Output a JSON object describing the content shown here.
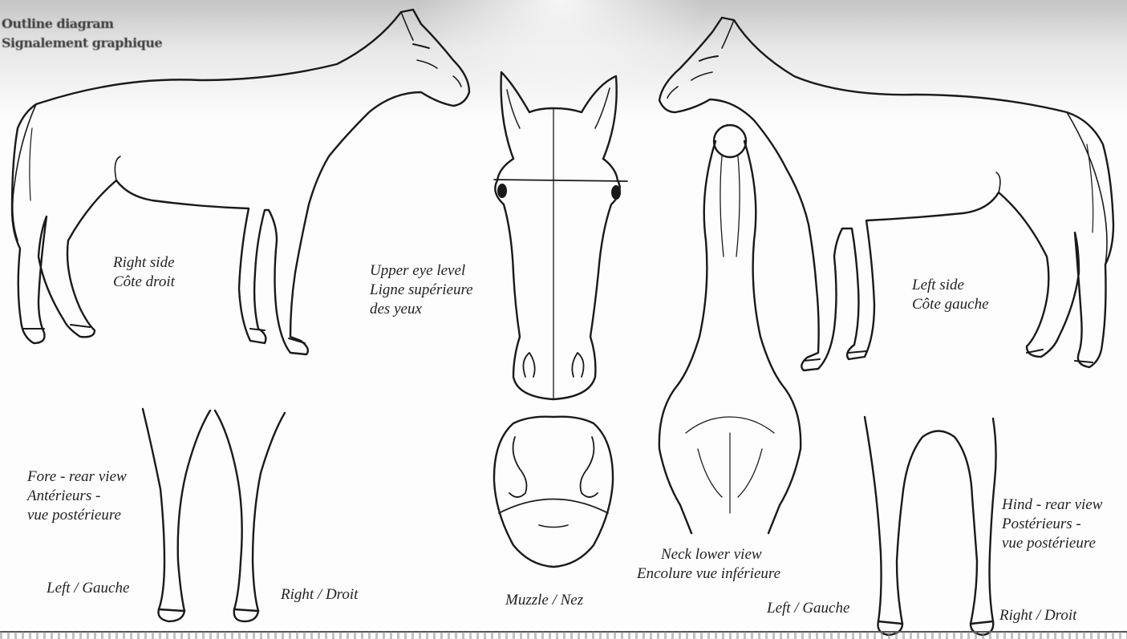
{
  "header": {
    "line1": "Outline diagram",
    "line2": "Signalement graphique"
  },
  "labels": {
    "right_side": [
      "Right side",
      "Côte droit"
    ],
    "upper_eye": [
      "Upper eye level",
      "Ligne supérieure",
      "des yeux"
    ],
    "left_side": [
      "Left side",
      "Côte gauche"
    ],
    "fore_rear": [
      "Fore - rear view",
      "Antérieurs -",
      "vue postérieure"
    ],
    "fore_left": "Left / Gauche",
    "fore_right": "Right / Droit",
    "muzzle": "Muzzle / Nez",
    "neck_lower": [
      "Neck lower view",
      "Encolure vue inférieure"
    ],
    "hind_rear": [
      "Hind - rear view",
      "Postérieurs -",
      "vue postérieure"
    ],
    "hind_left": "Left / Gauche",
    "hind_right": "Right / Droit"
  }
}
